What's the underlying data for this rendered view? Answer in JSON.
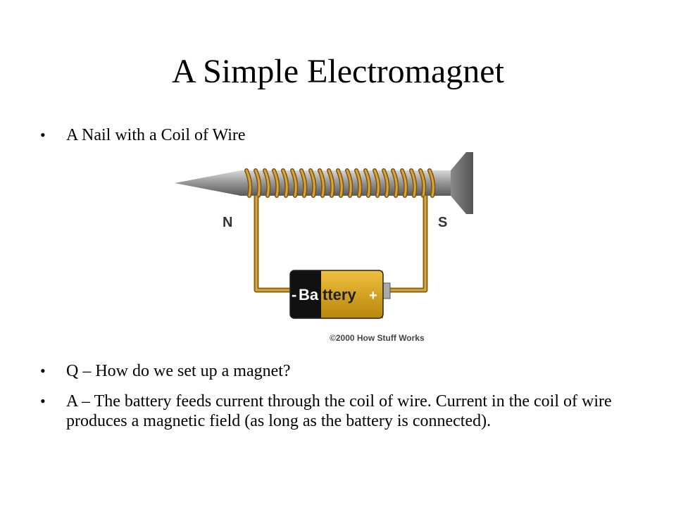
{
  "slide": {
    "title": "A Simple Electromagnet",
    "bullets": [
      {
        "text": "A Nail with a Coil of Wire"
      },
      {
        "text": "Q – How do we set up a magnet?"
      },
      {
        "text": "A – The battery feeds current through the coil of wire.  Current in the coil of wire produces a magnetic field (as long as the battery is connected)."
      }
    ],
    "bullet_symbol": "•"
  },
  "figure": {
    "north_label": "N",
    "south_label": "S",
    "battery_minus": "-",
    "battery_label_dark": "Ba",
    "battery_label_light": "ttery",
    "battery_plus": "+",
    "credit": "©2000 How Stuff Works",
    "colors": {
      "nail": "#9a9a9a",
      "wire": "#b8862e",
      "battery_black": "#111111",
      "battery_gold": "#d4a12a"
    }
  }
}
